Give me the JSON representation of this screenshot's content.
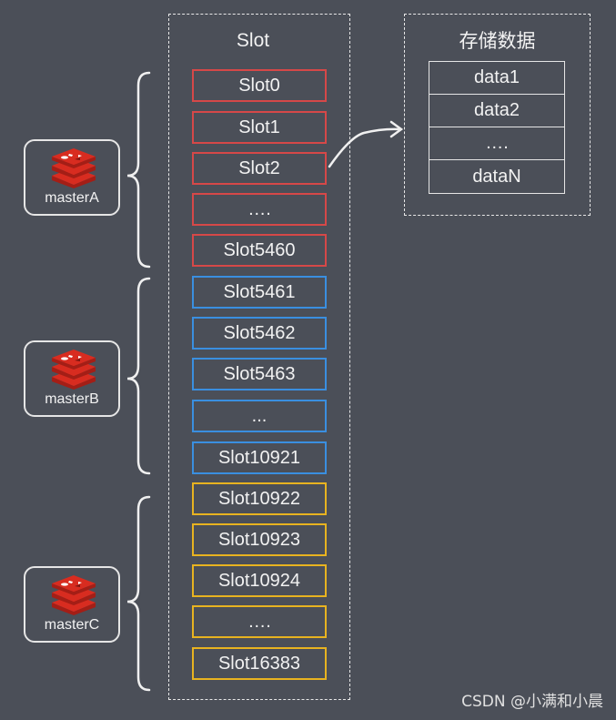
{
  "slot_panel": {
    "title": "Slot",
    "slots": [
      {
        "label": "Slot0",
        "group": "red"
      },
      {
        "label": "Slot1",
        "group": "red"
      },
      {
        "label": "Slot2",
        "group": "red"
      },
      {
        "label": "….",
        "group": "red"
      },
      {
        "label": "Slot5460",
        "group": "red"
      },
      {
        "label": "Slot5461",
        "group": "blue"
      },
      {
        "label": "Slot5462",
        "group": "blue"
      },
      {
        "label": "Slot5463",
        "group": "blue"
      },
      {
        "label": "...",
        "group": "blue"
      },
      {
        "label": "Slot10921",
        "group": "blue"
      },
      {
        "label": "Slot10922",
        "group": "yellow"
      },
      {
        "label": "Slot10923",
        "group": "yellow"
      },
      {
        "label": "Slot10924",
        "group": "yellow"
      },
      {
        "label": "….",
        "group": "yellow"
      },
      {
        "label": "Slot16383",
        "group": "yellow"
      }
    ]
  },
  "storage_panel": {
    "title": "存储数据",
    "rows": [
      "data1",
      "data2",
      "….",
      "dataN"
    ]
  },
  "masters": [
    {
      "label": "masterA",
      "icon": "redis-logo-icon"
    },
    {
      "label": "masterB",
      "icon": "redis-logo-icon"
    },
    {
      "label": "masterC",
      "icon": "redis-logo-icon"
    }
  ],
  "colors": {
    "background": "#4b4f58",
    "red": "#d64848",
    "blue": "#3a8fe0",
    "yellow": "#e8b320",
    "redis_logo": "#d82c20"
  },
  "watermark": "CSDN @小满和小晨"
}
